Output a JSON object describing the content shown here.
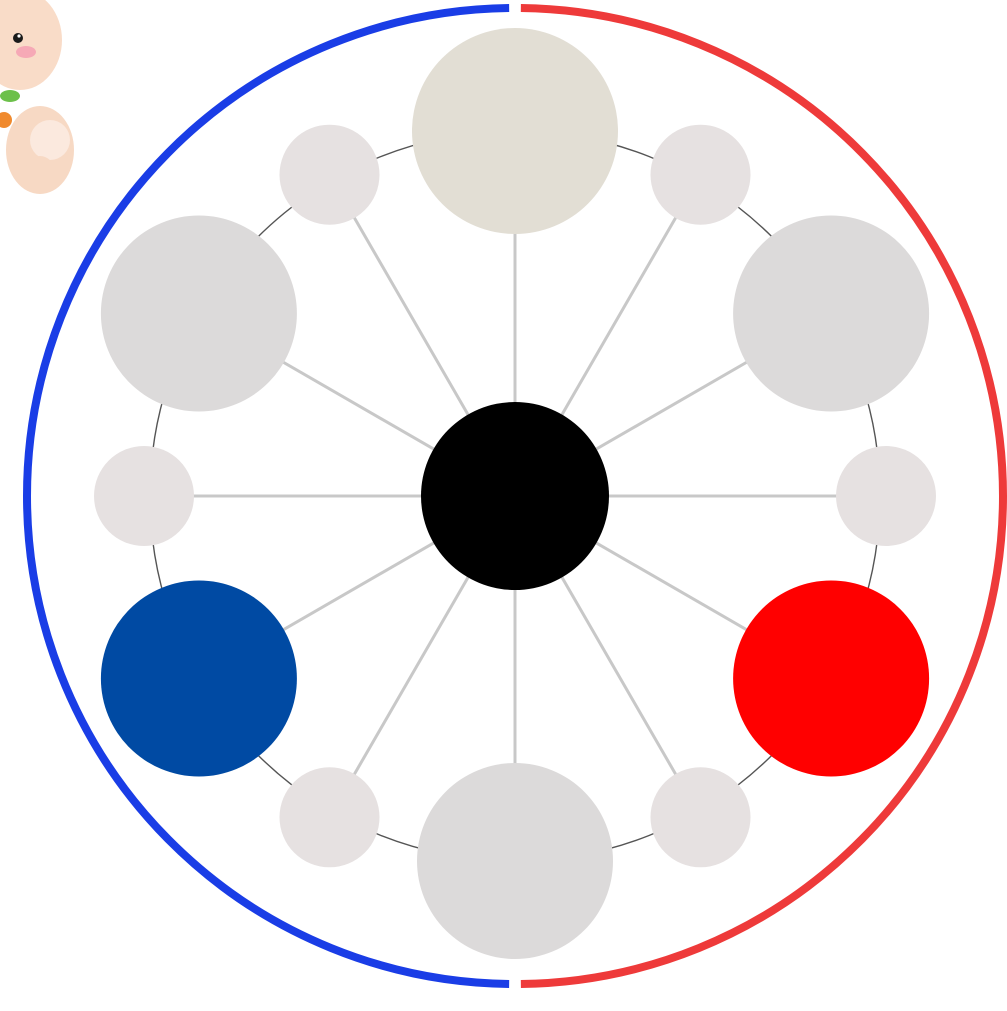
{
  "diagram": {
    "center_node": {
      "color": "#000000"
    },
    "outer_ring": {
      "left_half_color": "#1a3de6",
      "right_half_color": "#ee3a3a"
    },
    "inner_circle_stroke": "#555555",
    "spoke_color": "#c8c8c8",
    "nodes": [
      {
        "id": "top",
        "color": "#e2ded4",
        "size": "large"
      },
      {
        "id": "top-right-small",
        "color": "#e6e1e1",
        "size": "small"
      },
      {
        "id": "upper-right",
        "color": "#dcdada",
        "size": "large"
      },
      {
        "id": "right-small",
        "color": "#e6e1e1",
        "size": "small"
      },
      {
        "id": "lower-right",
        "color": "#ff0000",
        "size": "large"
      },
      {
        "id": "bottom-right-small",
        "color": "#e6e1e1",
        "size": "small"
      },
      {
        "id": "bottom",
        "color": "#dcdada",
        "size": "large"
      },
      {
        "id": "bottom-left-small",
        "color": "#e6e1e1",
        "size": "small"
      },
      {
        "id": "lower-left",
        "color": "#004aa3",
        "size": "large"
      },
      {
        "id": "left-small",
        "color": "#e6e1e1",
        "size": "small"
      },
      {
        "id": "upper-left",
        "color": "#dcdada",
        "size": "large"
      },
      {
        "id": "top-left-small",
        "color": "#e6e1e1",
        "size": "small"
      }
    ],
    "mascot": {
      "icon": "baby-mascot-icon"
    }
  }
}
